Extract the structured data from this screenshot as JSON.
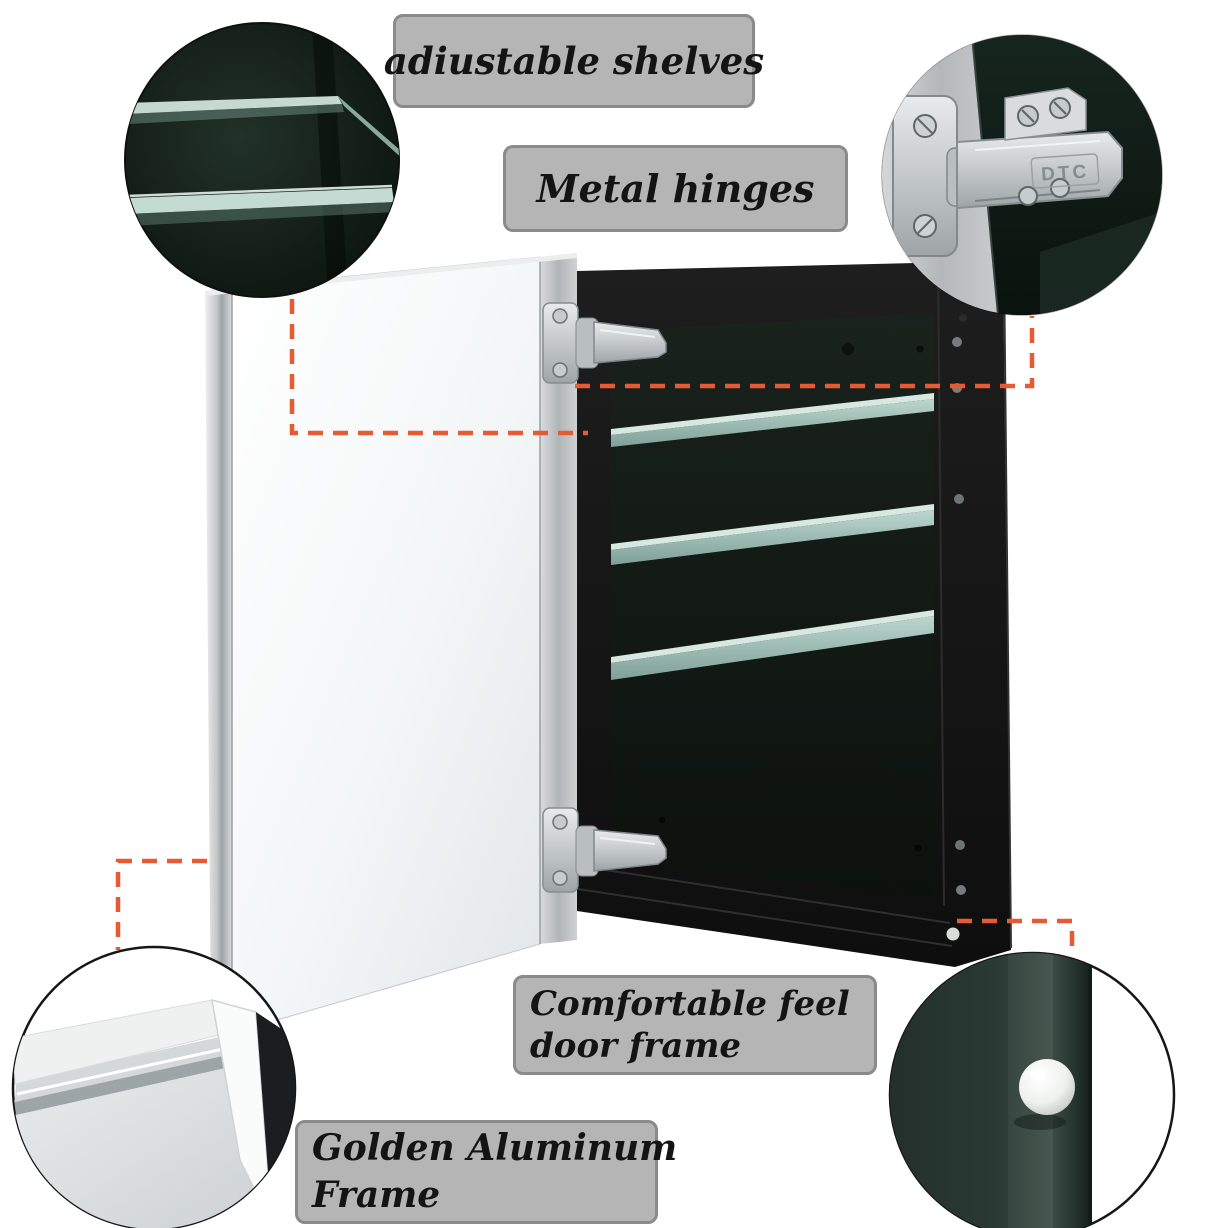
{
  "callouts": {
    "adjustable_shelves": {
      "label": "adiustable shelves"
    },
    "metal_hinges": {
      "label": "Metal hinges"
    },
    "comfortable_feel": {
      "line1": "Comfortable feel",
      "line2": "door frame"
    },
    "golden_aluminum": {
      "line1": "Golden Aluminum",
      "line2": "Frame"
    }
  },
  "details": {
    "hinge_brand_text": "DTC"
  },
  "colors": {
    "accent_dashed_line": "#e75b33",
    "label_background": "#b5b5b5",
    "label_border": "#8a8a8a",
    "label_text": "#141414",
    "cabinet_black": "#151515",
    "cabinet_interior": "#121a16",
    "glass_shelf": "#a6c4bc",
    "aluminum_frame": "#c9cccd",
    "mirror_white": "#f3f6f7",
    "bumper_white": "#f2f4f1"
  }
}
